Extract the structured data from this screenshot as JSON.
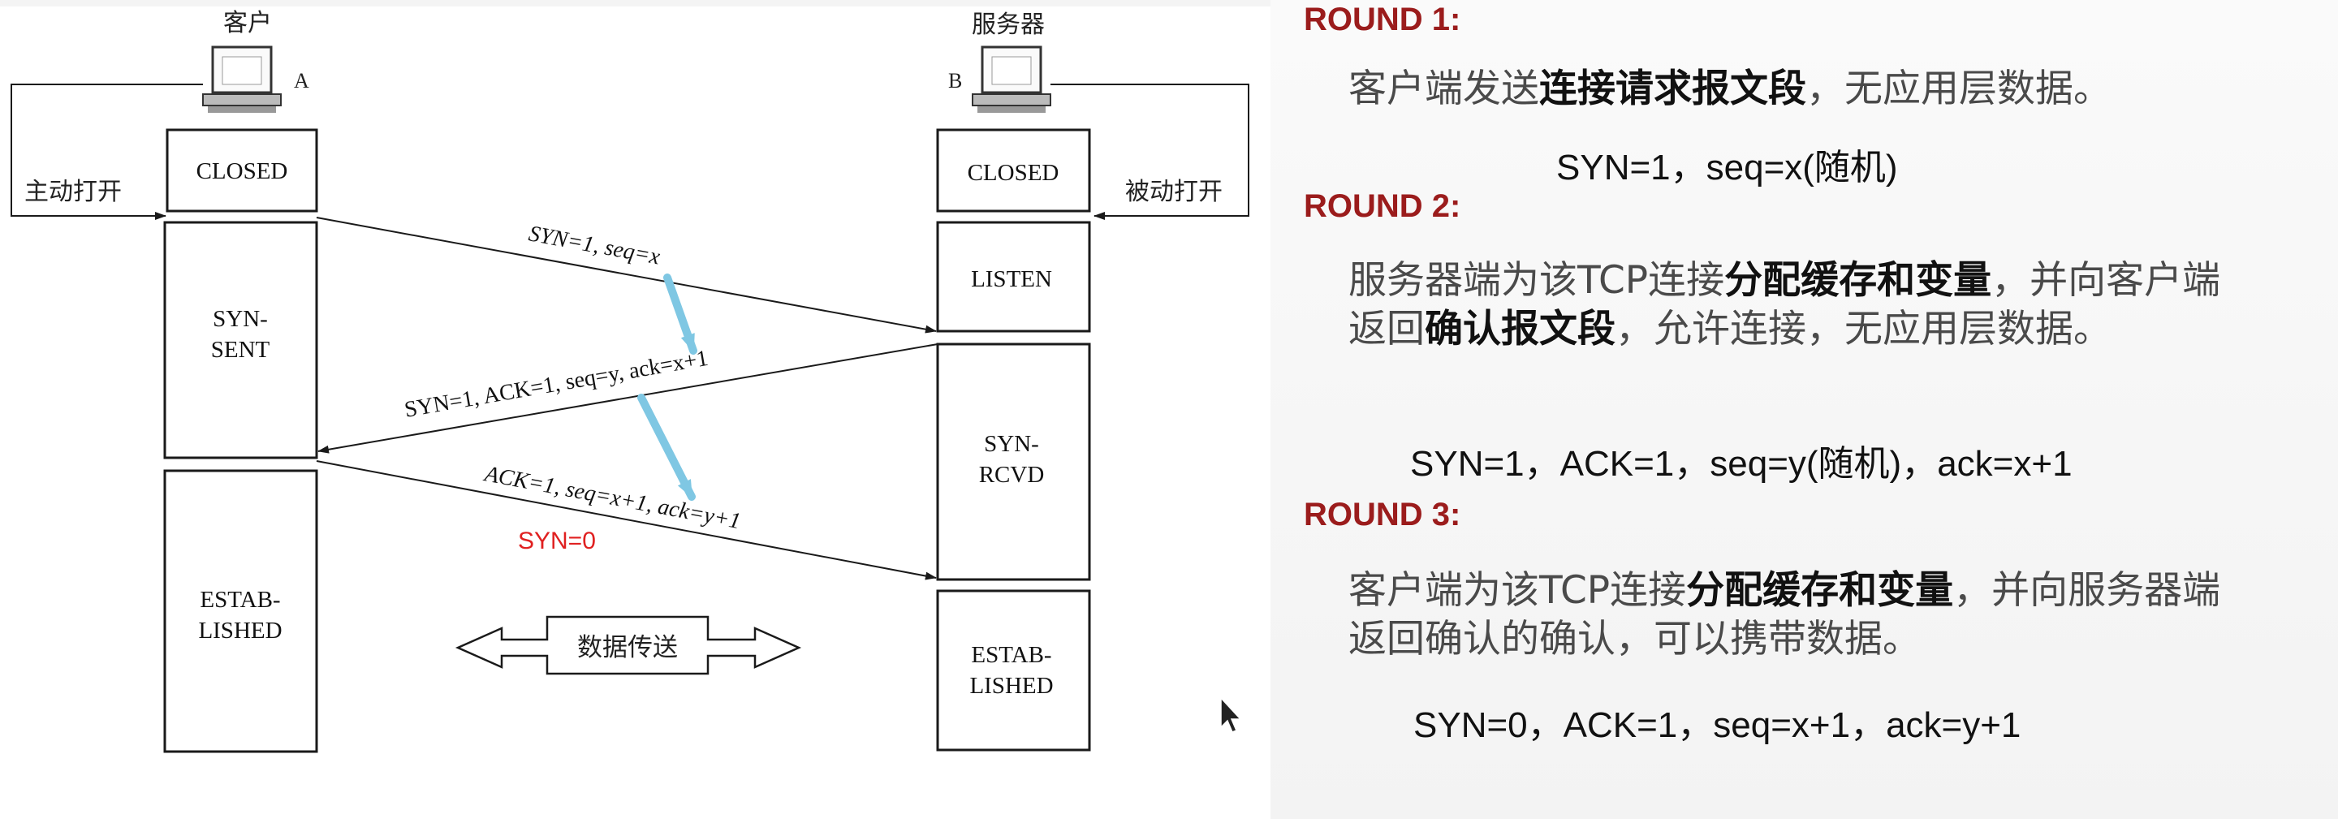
{
  "diagram": {
    "client_label": "客户",
    "server_label": "服务器",
    "host_a": "A",
    "host_b": "B",
    "active_open": "主动打开",
    "passive_open": "被动打开",
    "client_states": {
      "closed": "CLOSED",
      "syn_sent": [
        "SYN-",
        "SENT"
      ],
      "established": [
        "ESTAB-",
        "LISHED"
      ]
    },
    "server_states": {
      "closed": "CLOSED",
      "listen": "LISTEN",
      "syn_rcvd": [
        "SYN-",
        "RCVD"
      ],
      "established": [
        "ESTAB-",
        "LISHED"
      ]
    },
    "segments": {
      "seg1": "SYN=1, seq=x",
      "seg2": "SYN=1, ACK=1, seq=y, ack=x+1",
      "seg3": "ACK=1, seq=x+1, ack=y+1"
    },
    "annotation_syn0": "SYN=0",
    "data_transfer": "数据传送",
    "colors": {
      "annotation": "#e02020",
      "cyan_arrow": "#7fc7e3",
      "line": "#1a1a1a"
    }
  },
  "rounds": [
    {
      "title": "ROUND 1:",
      "desc": [
        {
          "t": "客户端发送",
          "b": false
        },
        {
          "t": "连接请求报文段",
          "b": true
        },
        {
          "t": "，无应用层数据。",
          "b": false
        }
      ],
      "formula": "SYN=1，seq=x(随机)"
    },
    {
      "title": "ROUND 2:",
      "desc": [
        {
          "t": "服务器端为该TCP连接",
          "b": false
        },
        {
          "t": "分配缓存和变量",
          "b": true
        },
        {
          "t": "，并向客户端返回",
          "b": false
        },
        {
          "t": "确认报文段",
          "b": true
        },
        {
          "t": "，允许连接，无应用层数据。",
          "b": false
        }
      ],
      "formula": "SYN=1，ACK=1，seq=y(随机)，ack=x+1"
    },
    {
      "title": "ROUND 3:",
      "desc": [
        {
          "t": "客户端为该TCP连接",
          "b": false
        },
        {
          "t": "分配缓存和变量",
          "b": true
        },
        {
          "t": "，并向服务器端返回确认的确认，可以携带数据。",
          "b": false
        }
      ],
      "formula": "SYN=0，ACK=1，seq=x+1，ack=y+1"
    }
  ],
  "title_color": "#9b1c1c"
}
